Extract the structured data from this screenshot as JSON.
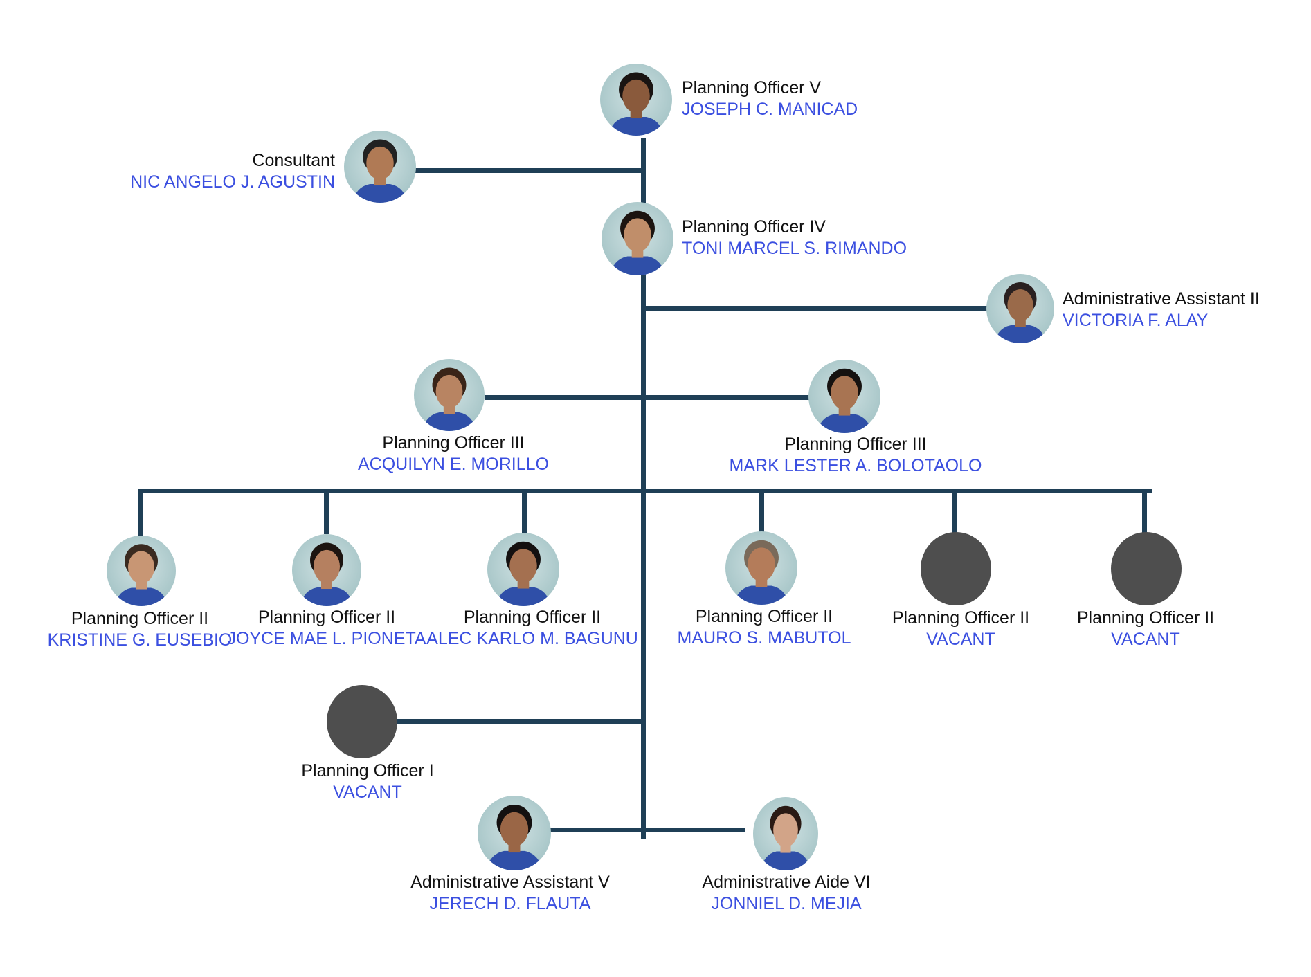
{
  "colors": {
    "connector": "#1f3f56",
    "title_text": "#111111",
    "name_text": "#3b4fe0",
    "vacant_avatar": "#4e4e4e"
  },
  "nodes": [
    {
      "id": "po5",
      "title": "Planning Officer V",
      "name": "JOSEPH C. MANICAD",
      "vacant": false,
      "tone": "#8a5a3c",
      "hair": "#1a1412"
    },
    {
      "id": "consultant",
      "title": "Consultant",
      "name": "NIC ANGELO J. AGUSTIN",
      "vacant": false,
      "tone": "#b07a55",
      "hair": "#222222"
    },
    {
      "id": "po4",
      "title": "Planning Officer IV",
      "name": "TONI MARCEL S. RIMANDO",
      "vacant": false,
      "tone": "#c08e6a",
      "hair": "#1c1410"
    },
    {
      "id": "aa2",
      "title": "Administrative Assistant II",
      "name": "VICTORIA F. ALAY",
      "vacant": false,
      "tone": "#9a6a4a",
      "hair": "#2a2020"
    },
    {
      "id": "po3a",
      "title": "Planning Officer III",
      "name": "ACQUILYN E. MORILLO",
      "vacant": false,
      "tone": "#b88462",
      "hair": "#3a2418"
    },
    {
      "id": "po3b",
      "title": "Planning Officer III",
      "name": "MARK LESTER A. BOLOTAOLO",
      "vacant": false,
      "tone": "#a87452",
      "hair": "#161210"
    },
    {
      "id": "po2a",
      "title": "Planning Officer II",
      "name": "KRISTINE G. EUSEBIO",
      "vacant": false,
      "tone": "#c89674",
      "hair": "#3a2a20"
    },
    {
      "id": "po2b",
      "title": "Planning Officer II",
      "name": "JOYCE MAE L. PIONETA",
      "vacant": false,
      "tone": "#b58060",
      "hair": "#1c1410"
    },
    {
      "id": "po2c",
      "title": "Planning Officer II",
      "name": "ALEC KARLO M. BAGUNU",
      "vacant": false,
      "tone": "#a47050",
      "hair": "#141010"
    },
    {
      "id": "po2d",
      "title": "Planning Officer II",
      "name": "MAURO S. MABUTOL",
      "vacant": false,
      "tone": "#b47c5a",
      "hair": "#7a6a5a"
    },
    {
      "id": "po2e",
      "title": "Planning Officer II",
      "name": "VACANT",
      "vacant": true
    },
    {
      "id": "po2f",
      "title": "Planning Officer II",
      "name": "VACANT",
      "vacant": true
    },
    {
      "id": "po1",
      "title": "Planning Officer I",
      "name": "VACANT",
      "vacant": true
    },
    {
      "id": "aa5",
      "title": "Administrative Assistant V",
      "name": "JERECH D. FLAUTA",
      "vacant": false,
      "tone": "#9a6646",
      "hair": "#141010"
    },
    {
      "id": "aide6",
      "title": "Administrative Aide VI",
      "name": "JONNIEL D. MEJIA",
      "vacant": false,
      "tone": "#d2a488",
      "hair": "#2a1a14"
    }
  ]
}
